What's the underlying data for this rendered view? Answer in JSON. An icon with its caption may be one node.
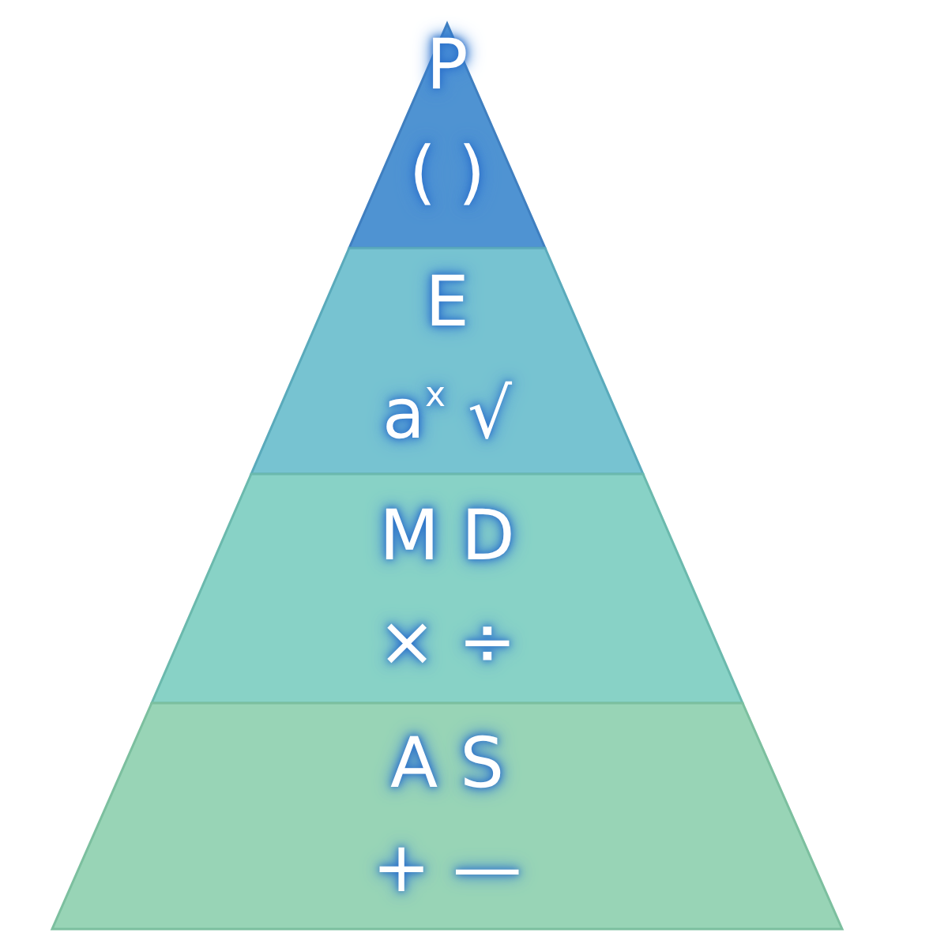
{
  "diagram": {
    "nodes": [
      {
        "text": [
          "P",
          "( )"
        ]
      },
      {
        "text": [
          "E",
          "a$^{x}$ √"
        ]
      },
      {
        "text": [
          "M D",
          "× ÷"
        ]
      },
      {
        "text": [
          "A S",
          "+ —"
        ]
      }
    ]
  }
}
